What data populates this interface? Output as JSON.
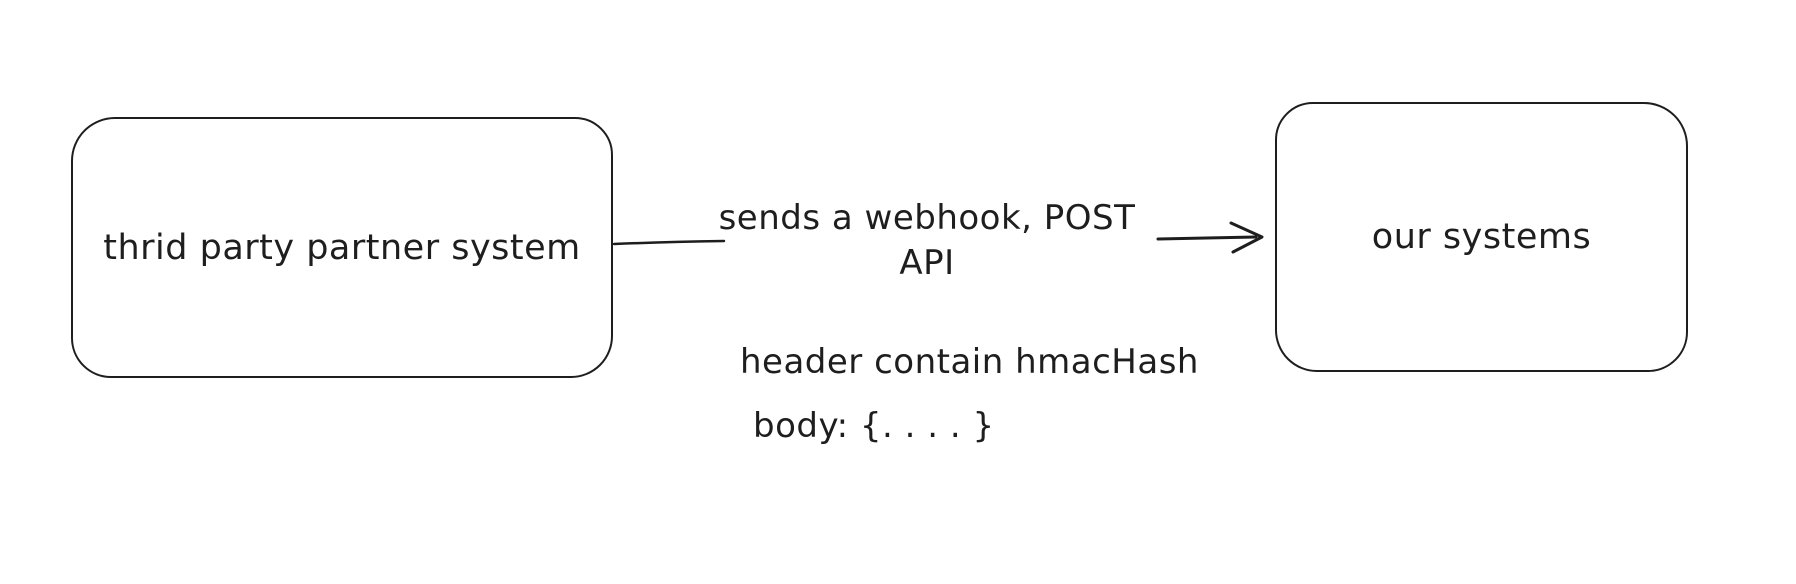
{
  "canvas": {
    "background_color": "#ffffff",
    "stroke_color": "#1e1e1e"
  },
  "diagram": {
    "nodes": [
      {
        "id": "third-party-system",
        "label": "thrid party partner system"
      },
      {
        "id": "our-systems",
        "label": "our systems"
      }
    ],
    "edge": {
      "from": "third-party-system",
      "to": "our-systems",
      "label_line1": "sends a webhook, POST",
      "label_line2": "API"
    },
    "notes": [
      {
        "text": "header contain hmacHash"
      },
      {
        "text": "body: {. . . . }"
      }
    ]
  }
}
